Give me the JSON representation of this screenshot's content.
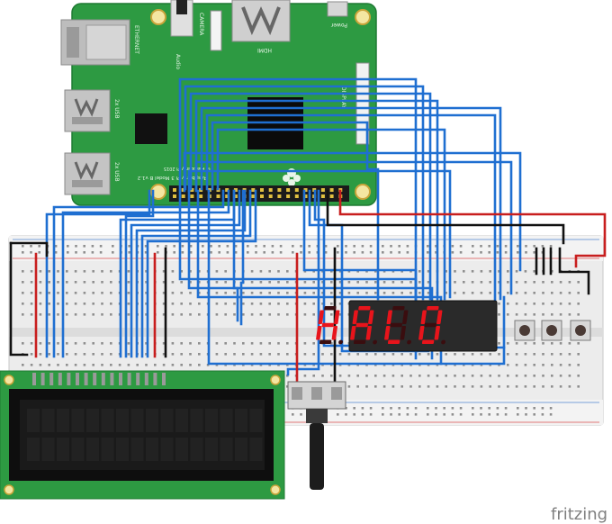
{
  "labels": {
    "ethernet": "ETHERNET",
    "usb_top": "2x USB",
    "usb_bottom": "2x USB",
    "audio": "Audio",
    "hdmi": "HDMI",
    "power": "Power",
    "camera": "CAMERA",
    "display": "DISPLAY",
    "model": "Raspberry Pi 3 Model B v1.2",
    "copyright": "© Raspberry Pi 2015"
  },
  "display_digits": [
    "H",
    "A",
    "L",
    "O"
  ],
  "brand": "fritzing",
  "colors": {
    "pcb": "#2d9a42",
    "wire_blue": "#1f6fd1",
    "wire_red": "#c81e1e",
    "wire_black": "#111111",
    "breadboard": "#efefef",
    "lcd_screen": "#1a1a1a",
    "segment_on": "#e8141b"
  }
}
